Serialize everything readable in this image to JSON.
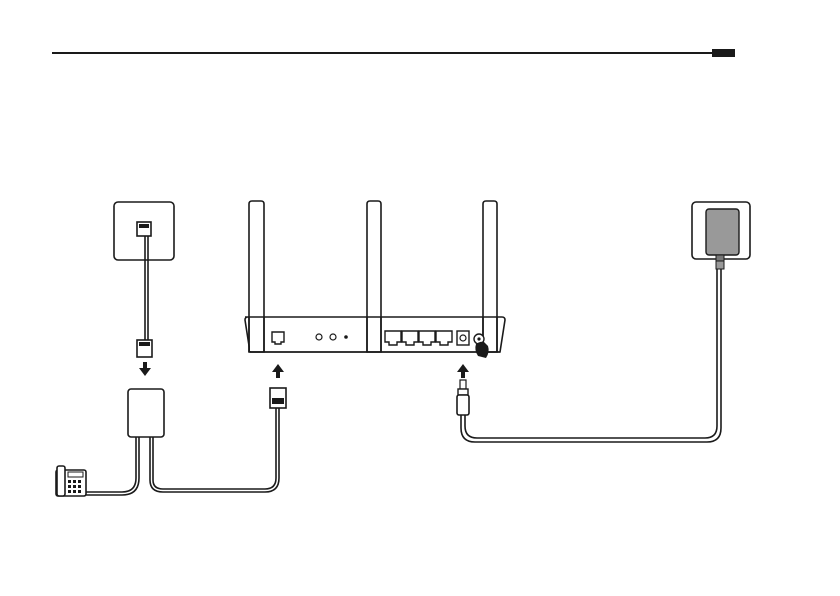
{
  "colors": {
    "line": "#1a1a1a",
    "cable": "#777777",
    "adapter_body": "#999999",
    "background": "#ffffff"
  },
  "header": {
    "rule_marker": "black-tab"
  },
  "components": {
    "wall_phone_jack": {
      "icon": "phone-jack-icon"
    },
    "splitter": {
      "icon": "splitter-icon"
    },
    "telephone": {
      "icon": "telephone-icon"
    },
    "router": {
      "icon": "router-back-panel",
      "ports": [
        "dsl-port",
        "lan-port-1",
        "lan-port-2",
        "lan-port-3",
        "lan-port-4",
        "power-port",
        "power-button"
      ]
    },
    "power_adapter": {
      "icon": "power-adapter-icon"
    }
  },
  "arrows": [
    {
      "name": "arrow-down-to-splitter",
      "direction": "down"
    },
    {
      "name": "arrow-up-to-dsl-port",
      "direction": "up"
    },
    {
      "name": "arrow-up-to-power-port",
      "direction": "up"
    }
  ]
}
